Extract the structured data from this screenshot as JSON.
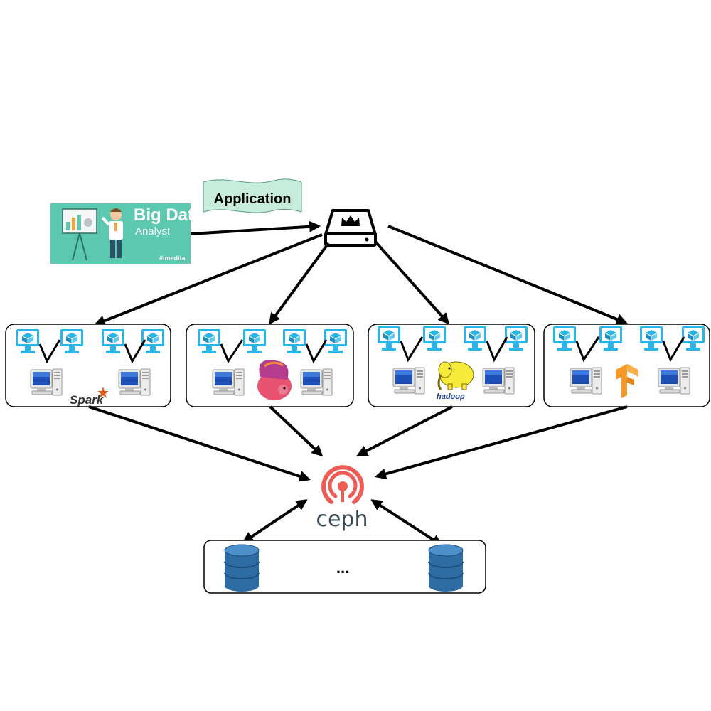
{
  "application_label": "Application",
  "analyst": {
    "title": "Big Data",
    "subtitle": "Analyst",
    "tag": "#imedita",
    "bg_color": "#5cc8b0"
  },
  "master_server": {
    "icon": "crown-server-icon"
  },
  "clusters": [
    {
      "framework": "Spark",
      "framework_icon": "spark-logo-icon"
    },
    {
      "framework": "Flink",
      "framework_icon": "flink-squirrel-icon"
    },
    {
      "framework": "hadoop",
      "framework_icon": "hadoop-elephant-icon"
    },
    {
      "framework": "TensorFlow",
      "framework_icon": "tensorflow-logo-icon"
    }
  ],
  "storage": {
    "name": "ceph",
    "ellipsis": "...",
    "logo_color": "#ef5c55",
    "disk_color": "#2e6da4"
  },
  "colors": {
    "vm_monitor": "#29b6e6",
    "cube": "#29b6e6",
    "application_flag": "#c8ecdc"
  }
}
